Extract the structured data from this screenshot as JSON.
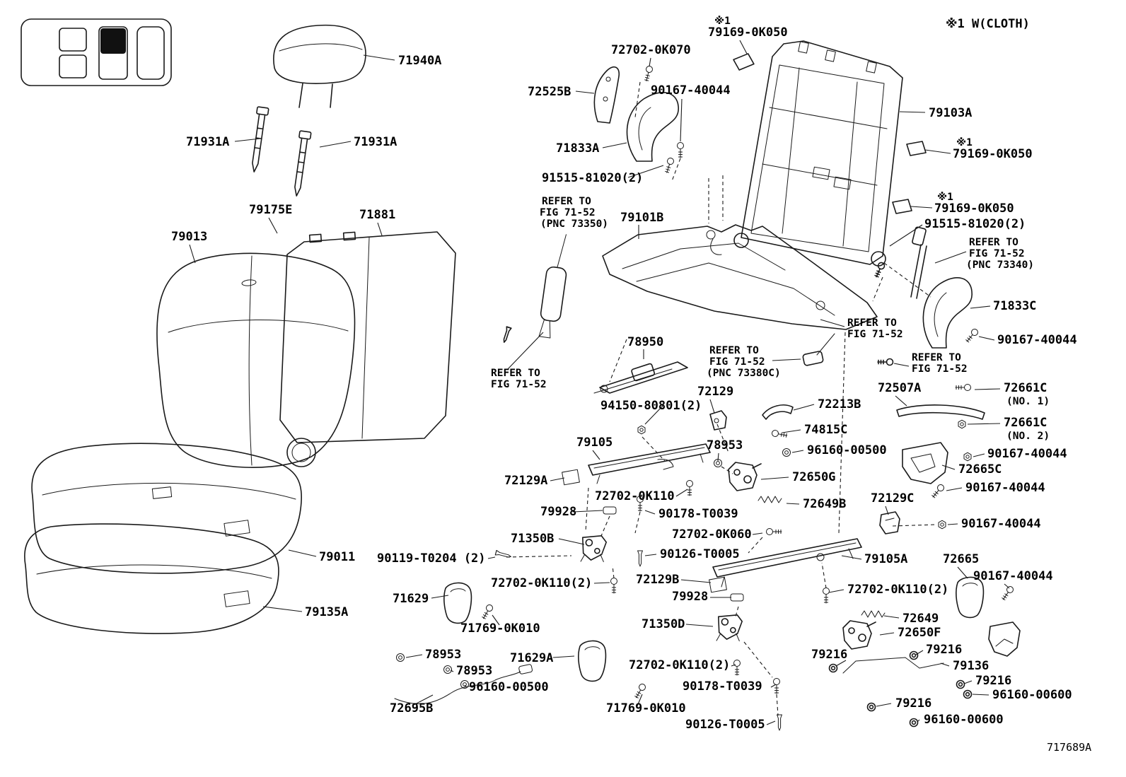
{
  "footer_code": "717689A",
  "labels": [
    "71940A",
    "71931A",
    "71931A",
    "79175E",
    "71881",
    "79013",
    "79011",
    "79135A",
    "78953",
    "78953",
    "96160-00500",
    "72695B",
    "72702-0K070",
    "72525B",
    "90167-40044",
    "71833A",
    "91515-81020(2)",
    "※1",
    "79169-0K050",
    "※1 W(CLOTH)",
    "79103A",
    "※1",
    "79169-0K050",
    "※1",
    "79169-0K050",
    "91515-81020(2)",
    "REFER TO",
    "FIG 71-52",
    "(PNC 73340)",
    "71833C",
    "90167-40044",
    "REFER TO",
    "FIG 71-52",
    "(PNC 73350)",
    "79101B",
    "REFER TO",
    "FIG 71-52",
    "REFER TO",
    "FIG 71-52",
    "78950",
    "REFER TO",
    "FIG 71-52",
    "(PNC 73380C)",
    "REFER TO",
    "FIG 71-52",
    "72507A",
    "72661C",
    "(NO. 1)",
    "72661C",
    "(NO. 2)",
    "94150-80801(2)",
    "72129",
    "72213B",
    "74815C",
    "96160-00500",
    "90167-40044",
    "72665C",
    "79105",
    "78953",
    "72129A",
    "72650G",
    "90167-40044",
    "72702-0K110",
    "72649B",
    "72129C",
    "79928",
    "90178-T0039",
    "90167-40044",
    "72702-0K060",
    "71350B",
    "90126-T0005",
    "90119-T0204 (2)",
    "79105A",
    "72665",
    "90167-40044",
    "72702-0K110(2)",
    "72129B",
    "71629",
    "79928",
    "72702-0K110(2)",
    "72649",
    "72650F",
    "71769-0K010",
    "71350D",
    "79216",
    "79216",
    "79136",
    "71629A",
    "72702-0K110(2)",
    "79216",
    "96160-00600",
    "90178-T0039",
    "79216",
    "96160-00600",
    "71769-0K010",
    "90126-T0005"
  ]
}
